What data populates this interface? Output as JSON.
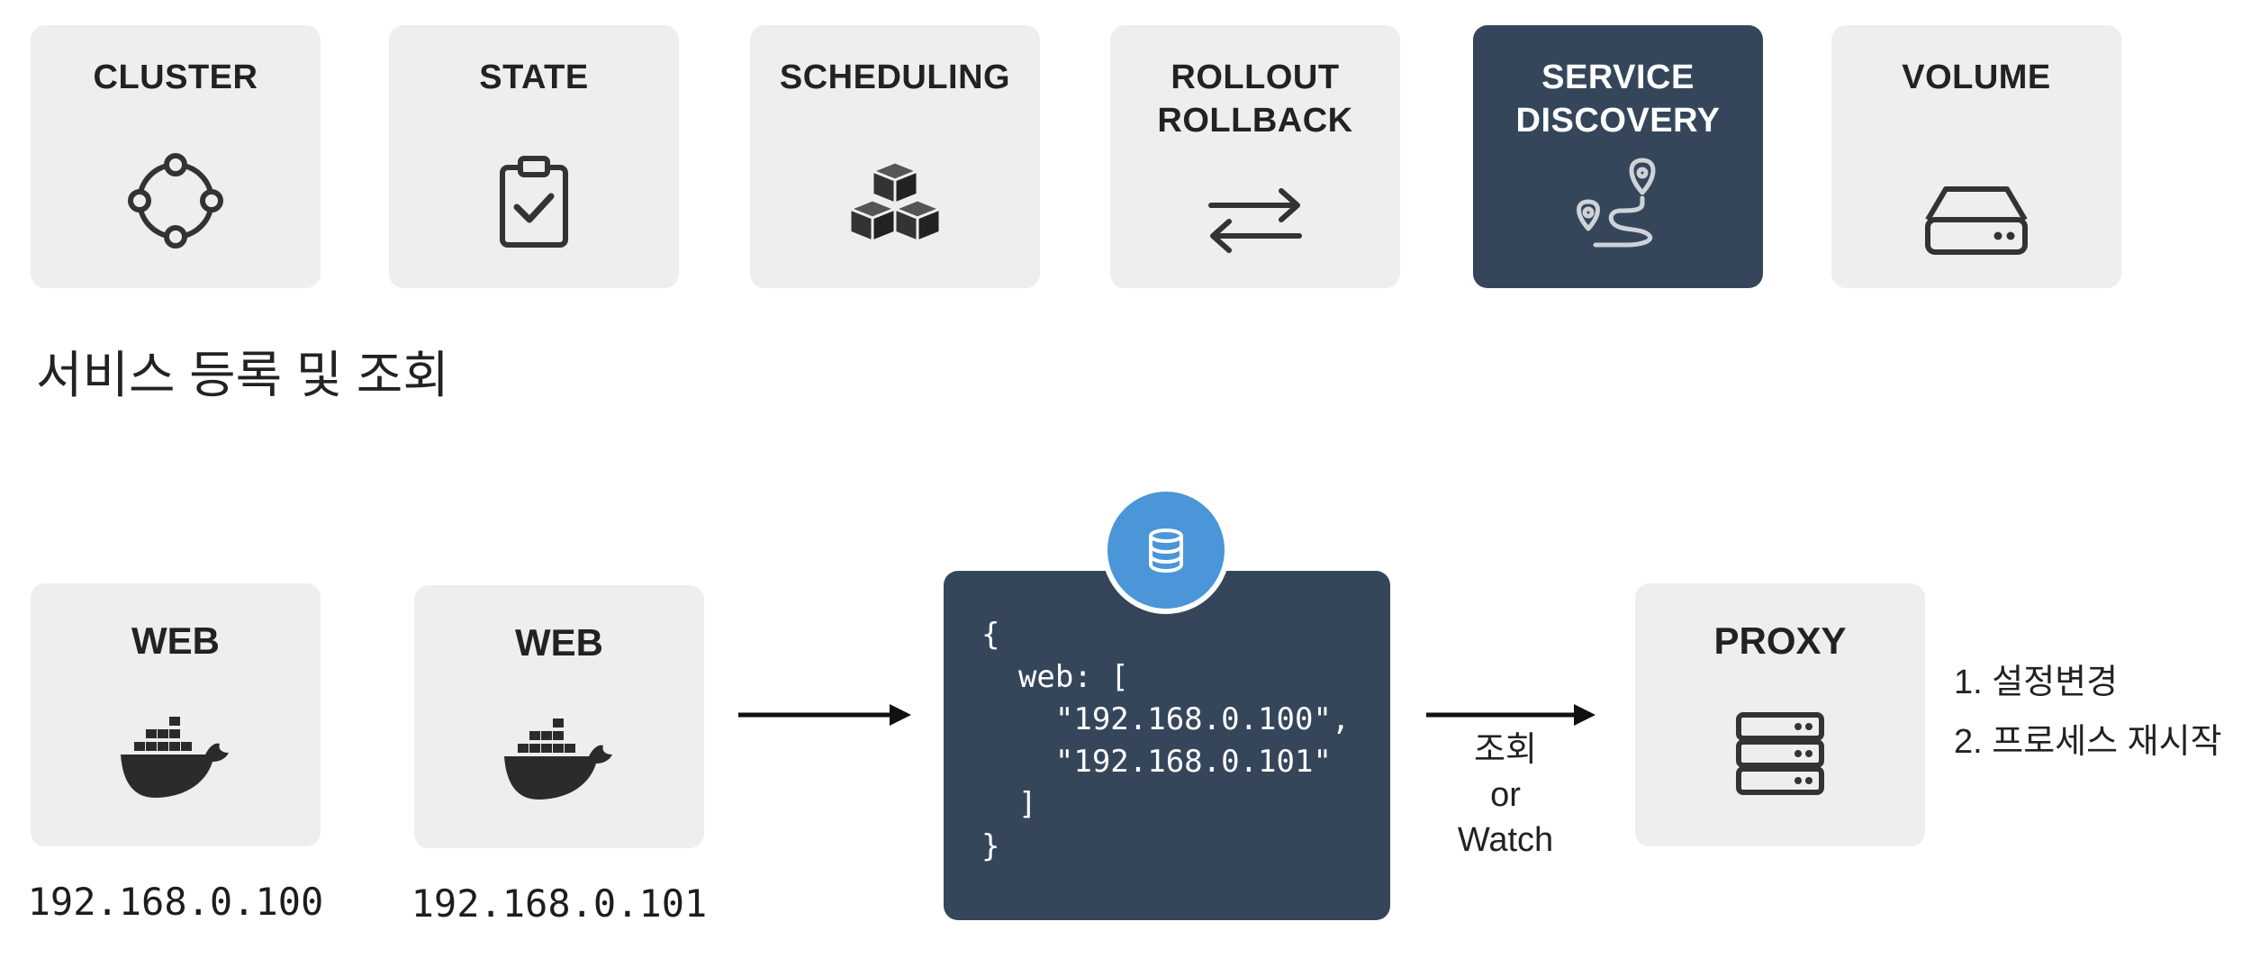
{
  "features": [
    {
      "label": "CLUSTER",
      "icon": "cluster-icon",
      "active": false
    },
    {
      "label": "STATE",
      "icon": "clipboard-check-icon",
      "active": false
    },
    {
      "label": "SCHEDULING",
      "icon": "cubes-icon",
      "active": false
    },
    {
      "label": "ROLLOUT\nROLLBACK",
      "icon": "exchange-arrows-icon",
      "active": false
    },
    {
      "label": "SERVICE\nDISCOVERY",
      "icon": "route-pins-icon",
      "active": true
    },
    {
      "label": "VOLUME",
      "icon": "hard-drive-icon",
      "active": false
    }
  ],
  "section_title": "서비스 등록 및 조회",
  "nodes": {
    "web1": {
      "title": "WEB",
      "ip": "192.168.0.100",
      "icon": "docker-whale-icon"
    },
    "web2": {
      "title": "WEB",
      "ip": "192.168.0.101",
      "icon": "docker-whale-icon"
    },
    "proxy": {
      "title": "PROXY",
      "icon": "server-stack-icon"
    }
  },
  "registry": {
    "icon": "database-icon",
    "code": "{\n  web: [\n    \"192.168.0.100\",\n    \"192.168.0.101\"\n  ]\n}"
  },
  "lookup_label": "조회\nor\nWatch",
  "proxy_steps": [
    "1. 설정변경",
    "2. 프로세스 재시작"
  ],
  "colors": {
    "card_bg": "#edeeef",
    "active_card_bg": "#36465a",
    "registry_bg": "#36465a",
    "db_badge": "#4a96d8",
    "icon_dark": "#333333",
    "arrow": "#111111"
  }
}
